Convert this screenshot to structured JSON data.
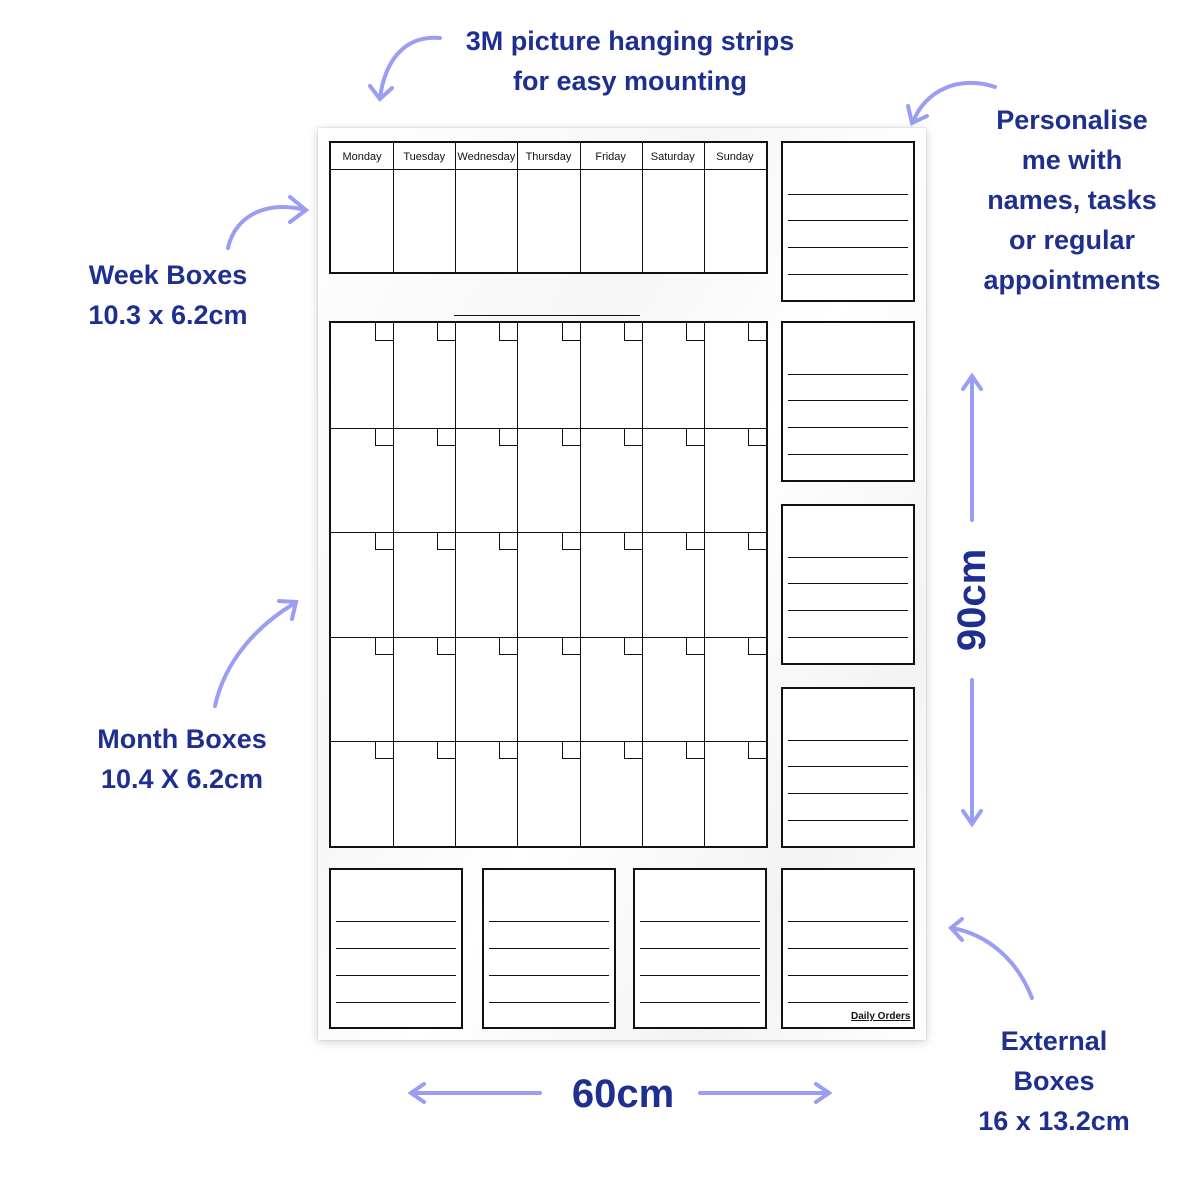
{
  "annotations": {
    "strips": [
      "3M picture hanging strips",
      "for easy mounting"
    ],
    "personalise": [
      "Personalise",
      "me with",
      "names, tasks",
      "or regular",
      "appointments"
    ],
    "week_boxes": [
      "Week Boxes",
      "10.3 x 6.2cm"
    ],
    "month_boxes": [
      "Month Boxes",
      "10.4 X 6.2cm"
    ],
    "external_boxes": [
      "External",
      "Boxes",
      "16 x 13.2cm"
    ]
  },
  "dimensions": {
    "width": "60cm",
    "height": "90cm"
  },
  "week_planner": {
    "days": [
      "Monday",
      "Tuesday",
      "Wednesday",
      "Thursday",
      "Friday",
      "Saturday",
      "Sunday"
    ]
  },
  "month_grid": {
    "rows": 5,
    "columns": 7
  },
  "brand": "Daily Orders",
  "colors": {
    "text": "#1f2f8f",
    "arrow": "#9a9ef2",
    "lines": "#111111"
  }
}
